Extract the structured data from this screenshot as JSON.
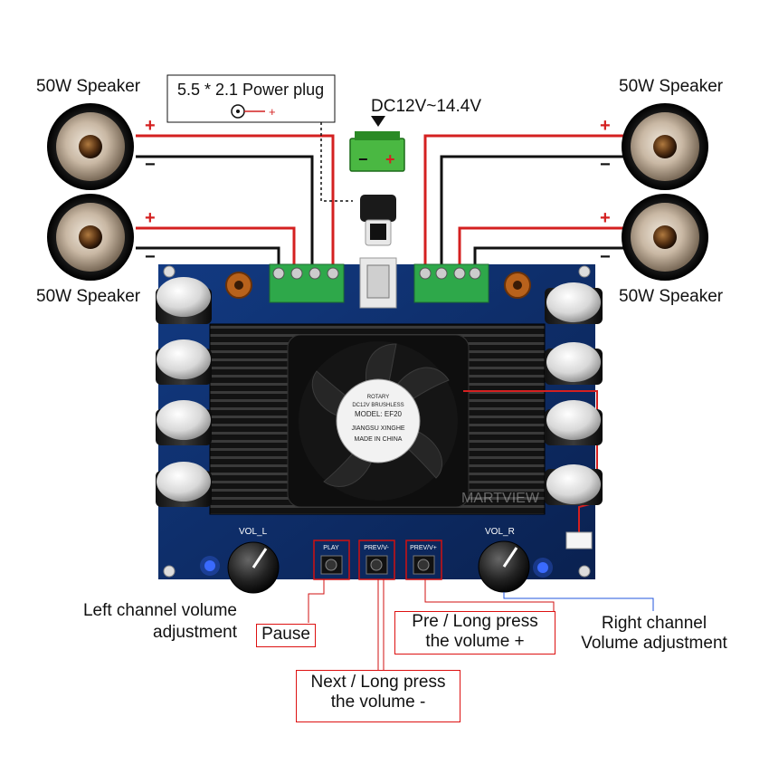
{
  "labels": {
    "speaker_tl": "50W Speaker",
    "speaker_bl": "50W Speaker",
    "speaker_tr": "50W Speaker",
    "speaker_br": "50W Speaker",
    "power_plug": "5.5 * 2.1 Power plug",
    "plus_symbol": "+",
    "voltage": "DC12V~14.4V",
    "volume_left": "VOL_L",
    "volume_right": "VOL_R",
    "btn_play": "PLAY",
    "btn_prev_minus": "PREV/V-",
    "btn_prev_plus": "PREV/V+",
    "fan_line1": "ROTARY",
    "fan_line2": "DC12V BRUSHLESS",
    "fan_line3": "MODEL: EF20",
    "fan_line4": "JIANGSU XINGHE",
    "fan_line5": "MADE IN CHINA",
    "watermark": "MARTVIEW"
  },
  "callouts": {
    "left_volume_line1": "Left channel volume",
    "left_volume_line2": "adjustment",
    "pause": "Pause",
    "pre_line1": "Pre / Long press",
    "pre_line2": "the volume +",
    "right_volume_line1": "Right channel",
    "right_volume_line2": "Volume adjustment",
    "next_line1": "Next / Long press",
    "next_line2": "the volume -"
  },
  "colors": {
    "board": "#0d2a66",
    "heatsink": "#1b1b1b",
    "terminal": "#2ea84a",
    "wire_red": "#d42020",
    "wire_black": "#111111",
    "callout_red": "#d11111",
    "callout_blue": "#2255dd",
    "led": "#3a6bff"
  },
  "icons": {
    "speaker": "speaker-icon",
    "capacitor": "capacitor-icon",
    "fan": "fan-icon",
    "knob": "potentiometer-knob-icon",
    "dc_jack": "dc-barrel-jack-icon",
    "battery": "battery-icon"
  }
}
